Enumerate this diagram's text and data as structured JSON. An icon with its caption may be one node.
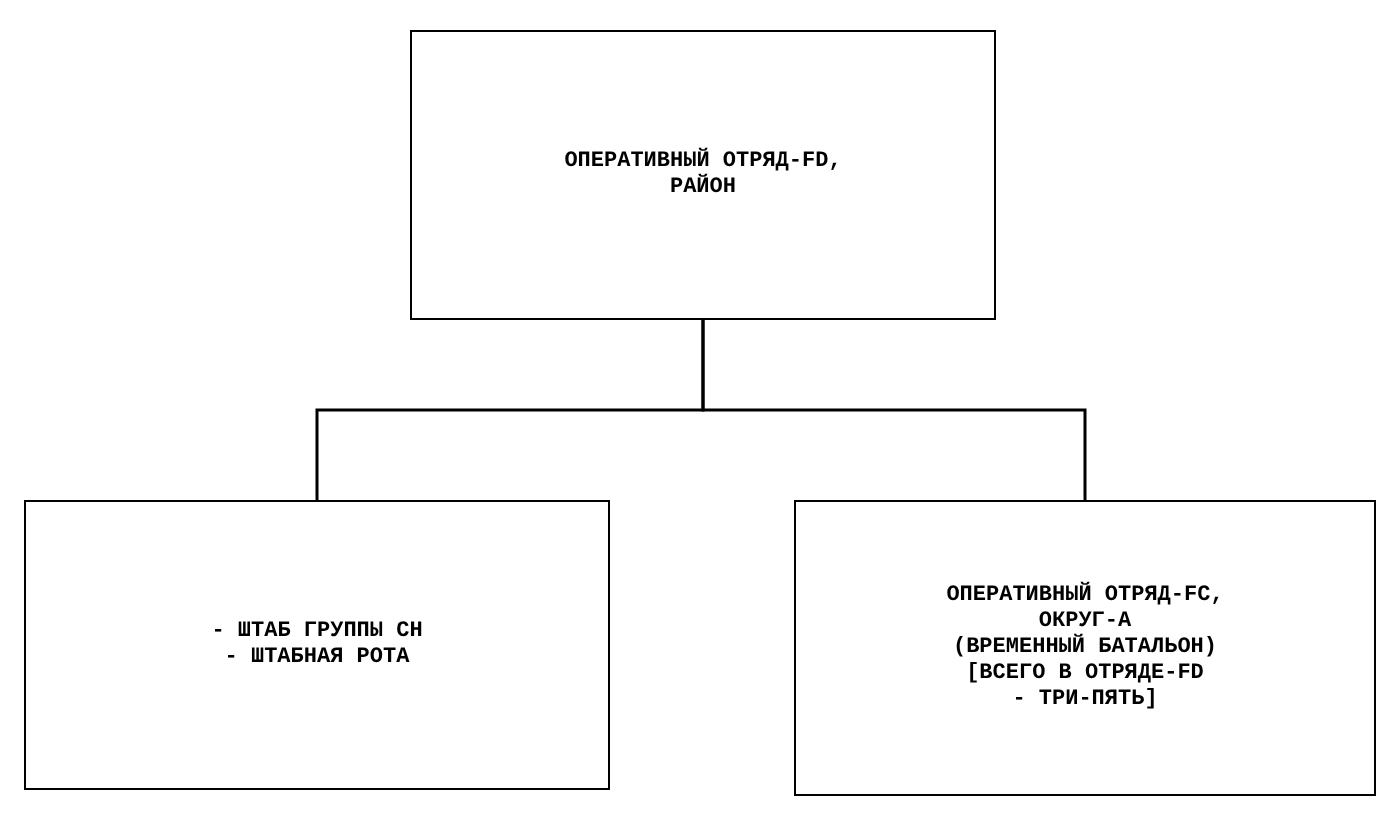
{
  "diagram": {
    "nodes": [
      {
        "text": [
          "ОПЕРАТИВНЫЙ ОТРЯД-FD, РАЙОН"
        ]
      },
      {
        "text": [
          "- ШТАБ ГРУППЫ СН",
          "- ШТАБНАЯ РОТА"
        ]
      },
      {
        "text": [
          "ОПЕРАТИВНЫЙ ОТРЯД-FC, ОКРУГ-А",
          "(ВРЕМЕННЫЙ БАТАЛЬОН)",
          "[ВСЕГО В ОТРЯДЕ-FD - ТРИ-ПЯТЬ]"
        ]
      }
    ],
    "edges": [
      {
        "from": 0,
        "to": 1,
        "arrow": "none"
      },
      {
        "from": 0,
        "to": 2,
        "arrow": "none"
      }
    ]
  }
}
